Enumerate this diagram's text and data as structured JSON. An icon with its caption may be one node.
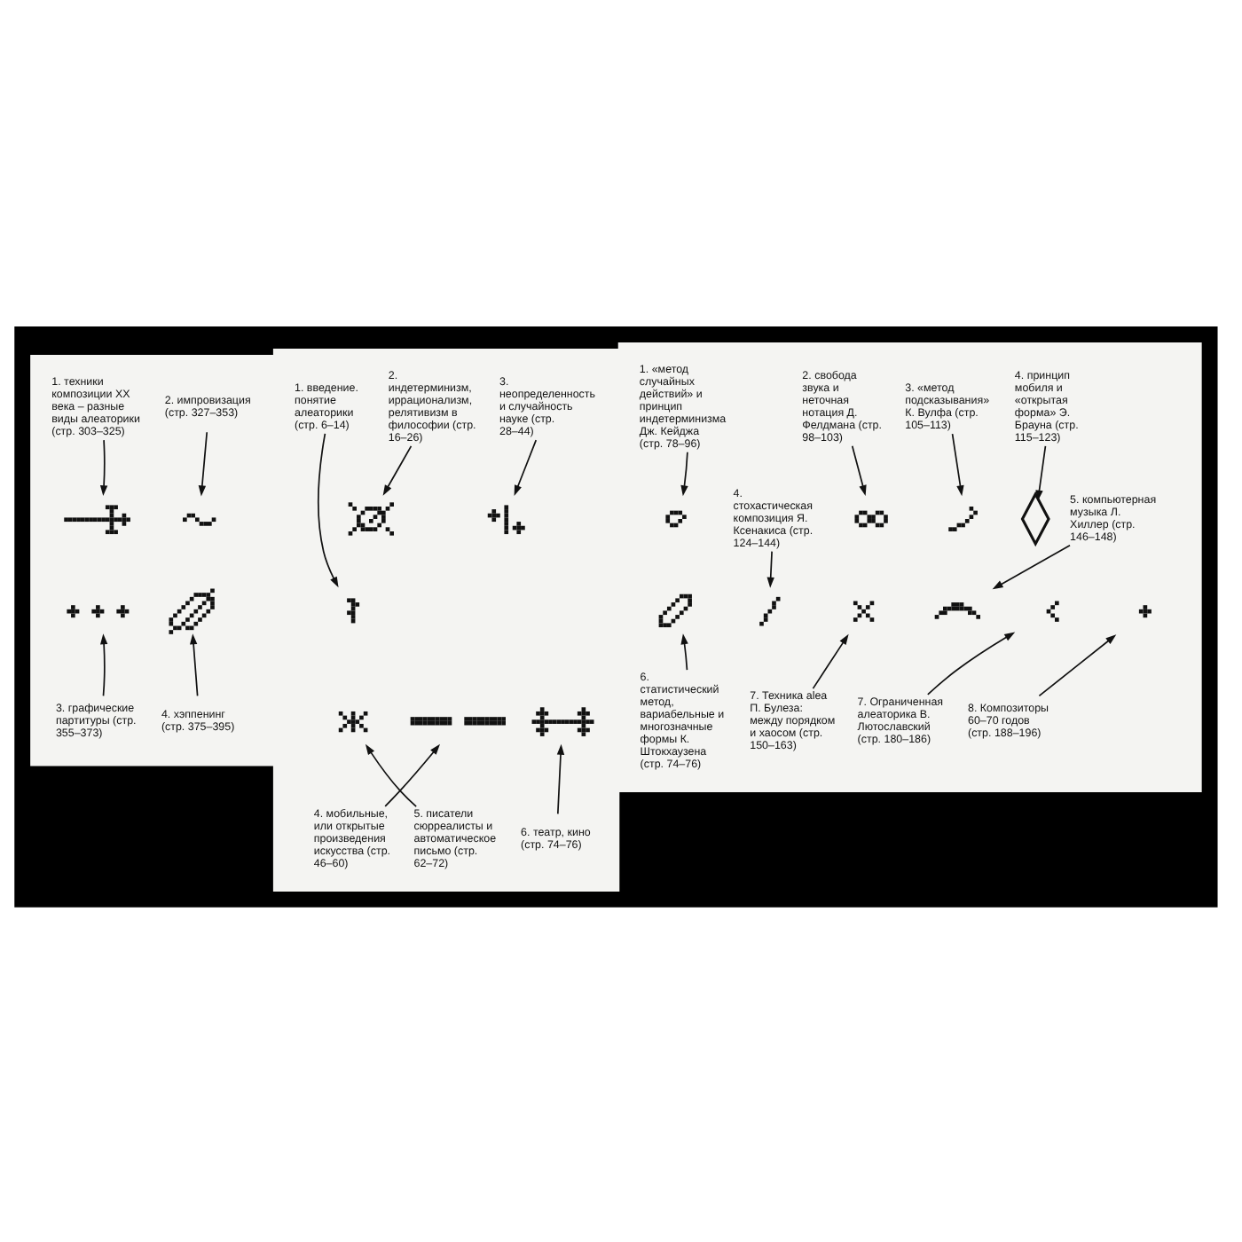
{
  "diagram": {
    "nodes": [
      {
        "text": [],
        "shape": "box"
      },
      {
        "text": [
          "1. техники композиции XX века – разные виды алеаторики (стр. 303–325)"
        ],
        "in": 0
      },
      {
        "text": [
          "2. импровизация (стр. 327–353)"
        ],
        "in": 0
      },
      {
        "text": [],
        "shape": "ellipse",
        "in": 0
      },
      {
        "text": [],
        "shape": "tilde",
        "in": 0
      },
      {
        "text": [],
        "shape": "dagger",
        "in": 0
      },
      {
        "text": [],
        "shape": "dots",
        "in": 0
      },
      {
        "text": [
          "3. графические партитуры (стр. 355–373)"
        ],
        "in": 0
      },
      {
        "text": [
          "4. хэппенинг (стр. 375–395)"
        ],
        "in": 0
      },
      {
        "text": [],
        "shape": "box"
      },
      {
        "text": [
          "1. введение. понятие алеаторики (стр. 6–14)"
        ],
        "in": 9
      },
      {
        "text": [
          "2. индетерминизм, иррационализм, релятивизм в философии (стр. 16–26)"
        ],
        "in": 9
      },
      {
        "text": [
          "3. неопределенность и случайность науке (стр. 28–44)"
        ],
        "in": 9
      },
      {
        "text": [],
        "shape": "square",
        "in": 9
      },
      {
        "text": [],
        "shape": "bar",
        "in": 9
      },
      {
        "text": [],
        "shape": "stroke",
        "in": 9
      },
      {
        "text": [],
        "shape": "dash",
        "in": 9
      },
      {
        "text": [],
        "shape": "asterisk",
        "in": 9
      },
      {
        "text": [],
        "shape": "crosses",
        "in": 9
      },
      {
        "text": [
          "4. мобильные, или открытые произведения искусства (стр. 46–60)"
        ],
        "in": 9
      },
      {
        "text": [
          "5. писатели сюрреалисты и автоматическое письмо (стр. 62–72)"
        ],
        "in": 9
      },
      {
        "text": [
          "6. театр, кино (стр. 74–76)"
        ],
        "in": 9
      },
      {
        "text": [],
        "shape": "box"
      },
      {
        "text": [
          "1. «метод случайных действий» и принцип индетерминизма Дж. Кейджа (стр. 78–96)"
        ],
        "in": 22
      },
      {
        "text": [
          "2. свобода звука и неточная нотация Д. Фелдмана (стр. 98–103)"
        ],
        "in": 22
      },
      {
        "text": [
          "3. «метод подсказывания» К. Вулфа (стр. 105–113)"
        ],
        "in": 22
      },
      {
        "text": [
          "4. принцип мобиля и «открытая форма» Э. Брауна (стр. 115–123)"
        ],
        "in": 22
      },
      {
        "text": [],
        "shape": "oval",
        "in": 22
      },
      {
        "text": [],
        "shape": "angle",
        "in": 22
      },
      {
        "text": [],
        "shape": "infinity",
        "in": 22
      },
      {
        "text": [],
        "shape": "curl",
        "in": 22
      },
      {
        "text": [
          "4. стохастическая композиция Я. Ксенакиса (стр. 124–144)"
        ],
        "in": 22
      },
      {
        "text": [],
        "shape": "line",
        "in": 22
      },
      {
        "text": [],
        "shape": "diamond",
        "in": 22
      },
      {
        "text": [
          "5. компьютерная музыка Л. Хиллер (стр. 146–148)"
        ],
        "in": 22
      },
      {
        "text": [],
        "shape": "arc",
        "in": 22
      },
      {
        "text": [],
        "shape": "dot",
        "in": 22
      },
      {
        "text": [
          "6. статистический метод, вариабельные и многозначные формы К. Штокхаузена (стр. 74–76)"
        ],
        "in": 22
      },
      {
        "text": [
          "7. Техника alea П. Булеза: между порядком и хаосом (стр. 150–163)"
        ],
        "in": 22
      },
      {
        "text": [],
        "shape": "cross",
        "in": 22
      },
      {
        "text": [],
        "shape": "chevron",
        "in": 22
      },
      {
        "text": [
          "7. Ограниченная алеаторика В. Лютославский (стр. 180–186)"
        ],
        "in": 22
      },
      {
        "text": [
          "8. Композиторы 60–70 годов (стр. 188–196)"
        ],
        "in": 22
      }
    ],
    "edges": [
      {
        "from": 1,
        "to": 5,
        "arrow": "to"
      },
      {
        "from": 2,
        "to": 4,
        "arrow": "to"
      },
      {
        "from": 7,
        "to": 6,
        "arrow": "to"
      },
      {
        "from": 8,
        "to": 3,
        "arrow": "to"
      },
      {
        "from": 10,
        "to": 15,
        "arrow": "to"
      },
      {
        "from": 11,
        "to": 13,
        "arrow": "to"
      },
      {
        "from": 12,
        "to": 14,
        "arrow": "to"
      },
      {
        "from": 19,
        "to": 16,
        "arrow": "to"
      },
      {
        "from": 20,
        "to": 17,
        "arrow": "to"
      },
      {
        "from": 21,
        "to": 18,
        "arrow": "to"
      },
      {
        "from": 23,
        "to": 30,
        "arrow": "to"
      },
      {
        "from": 24,
        "to": 29,
        "arrow": "to"
      },
      {
        "from": 25,
        "to": 28,
        "arrow": "to"
      },
      {
        "from": 26,
        "to": 33,
        "arrow": "to"
      },
      {
        "from": 31,
        "to": 32,
        "arrow": "to"
      },
      {
        "from": 34,
        "to": 35,
        "arrow": "to"
      },
      {
        "from": 37,
        "to": 27,
        "arrow": "to"
      },
      {
        "from": 38,
        "to": 39,
        "arrow": "to"
      },
      {
        "from": 41,
        "to": 40,
        "arrow": "to"
      },
      {
        "from": 42,
        "to": 36,
        "arrow": "to"
      }
    ]
  }
}
